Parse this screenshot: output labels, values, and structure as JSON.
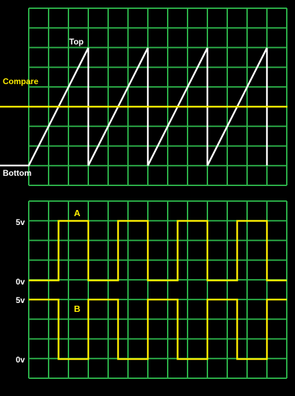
{
  "colors": {
    "background": "#000000",
    "grid": "#2cb34a",
    "counter_trace": "#ffffff",
    "compare_line": "#ffee00",
    "output_trace": "#ffee00",
    "compare_label": "#ffee00",
    "pin_label": "#ffee00",
    "counter_label": "#ffffff",
    "voltage_label": "#ffffff"
  },
  "top_panel": {
    "labels": {
      "top": "Top",
      "compare": "Compare",
      "bottom": "Bottom"
    },
    "counter_waveform": {
      "shape": "sawtooth",
      "periods": 4,
      "level_bottom": 0,
      "level_top": 1,
      "compare_level": 0.5
    }
  },
  "bottom_panel": {
    "voltage_labels": {
      "a_high": "5v",
      "a_low": "0v",
      "b_high": "5v",
      "b_low": "0v"
    },
    "outputs": [
      {
        "label": "A",
        "description": "high while counter is above compare",
        "high_fraction": 0.5
      },
      {
        "label": "B",
        "description": "inverse of A",
        "high_fraction": 0.5
      }
    ]
  }
}
